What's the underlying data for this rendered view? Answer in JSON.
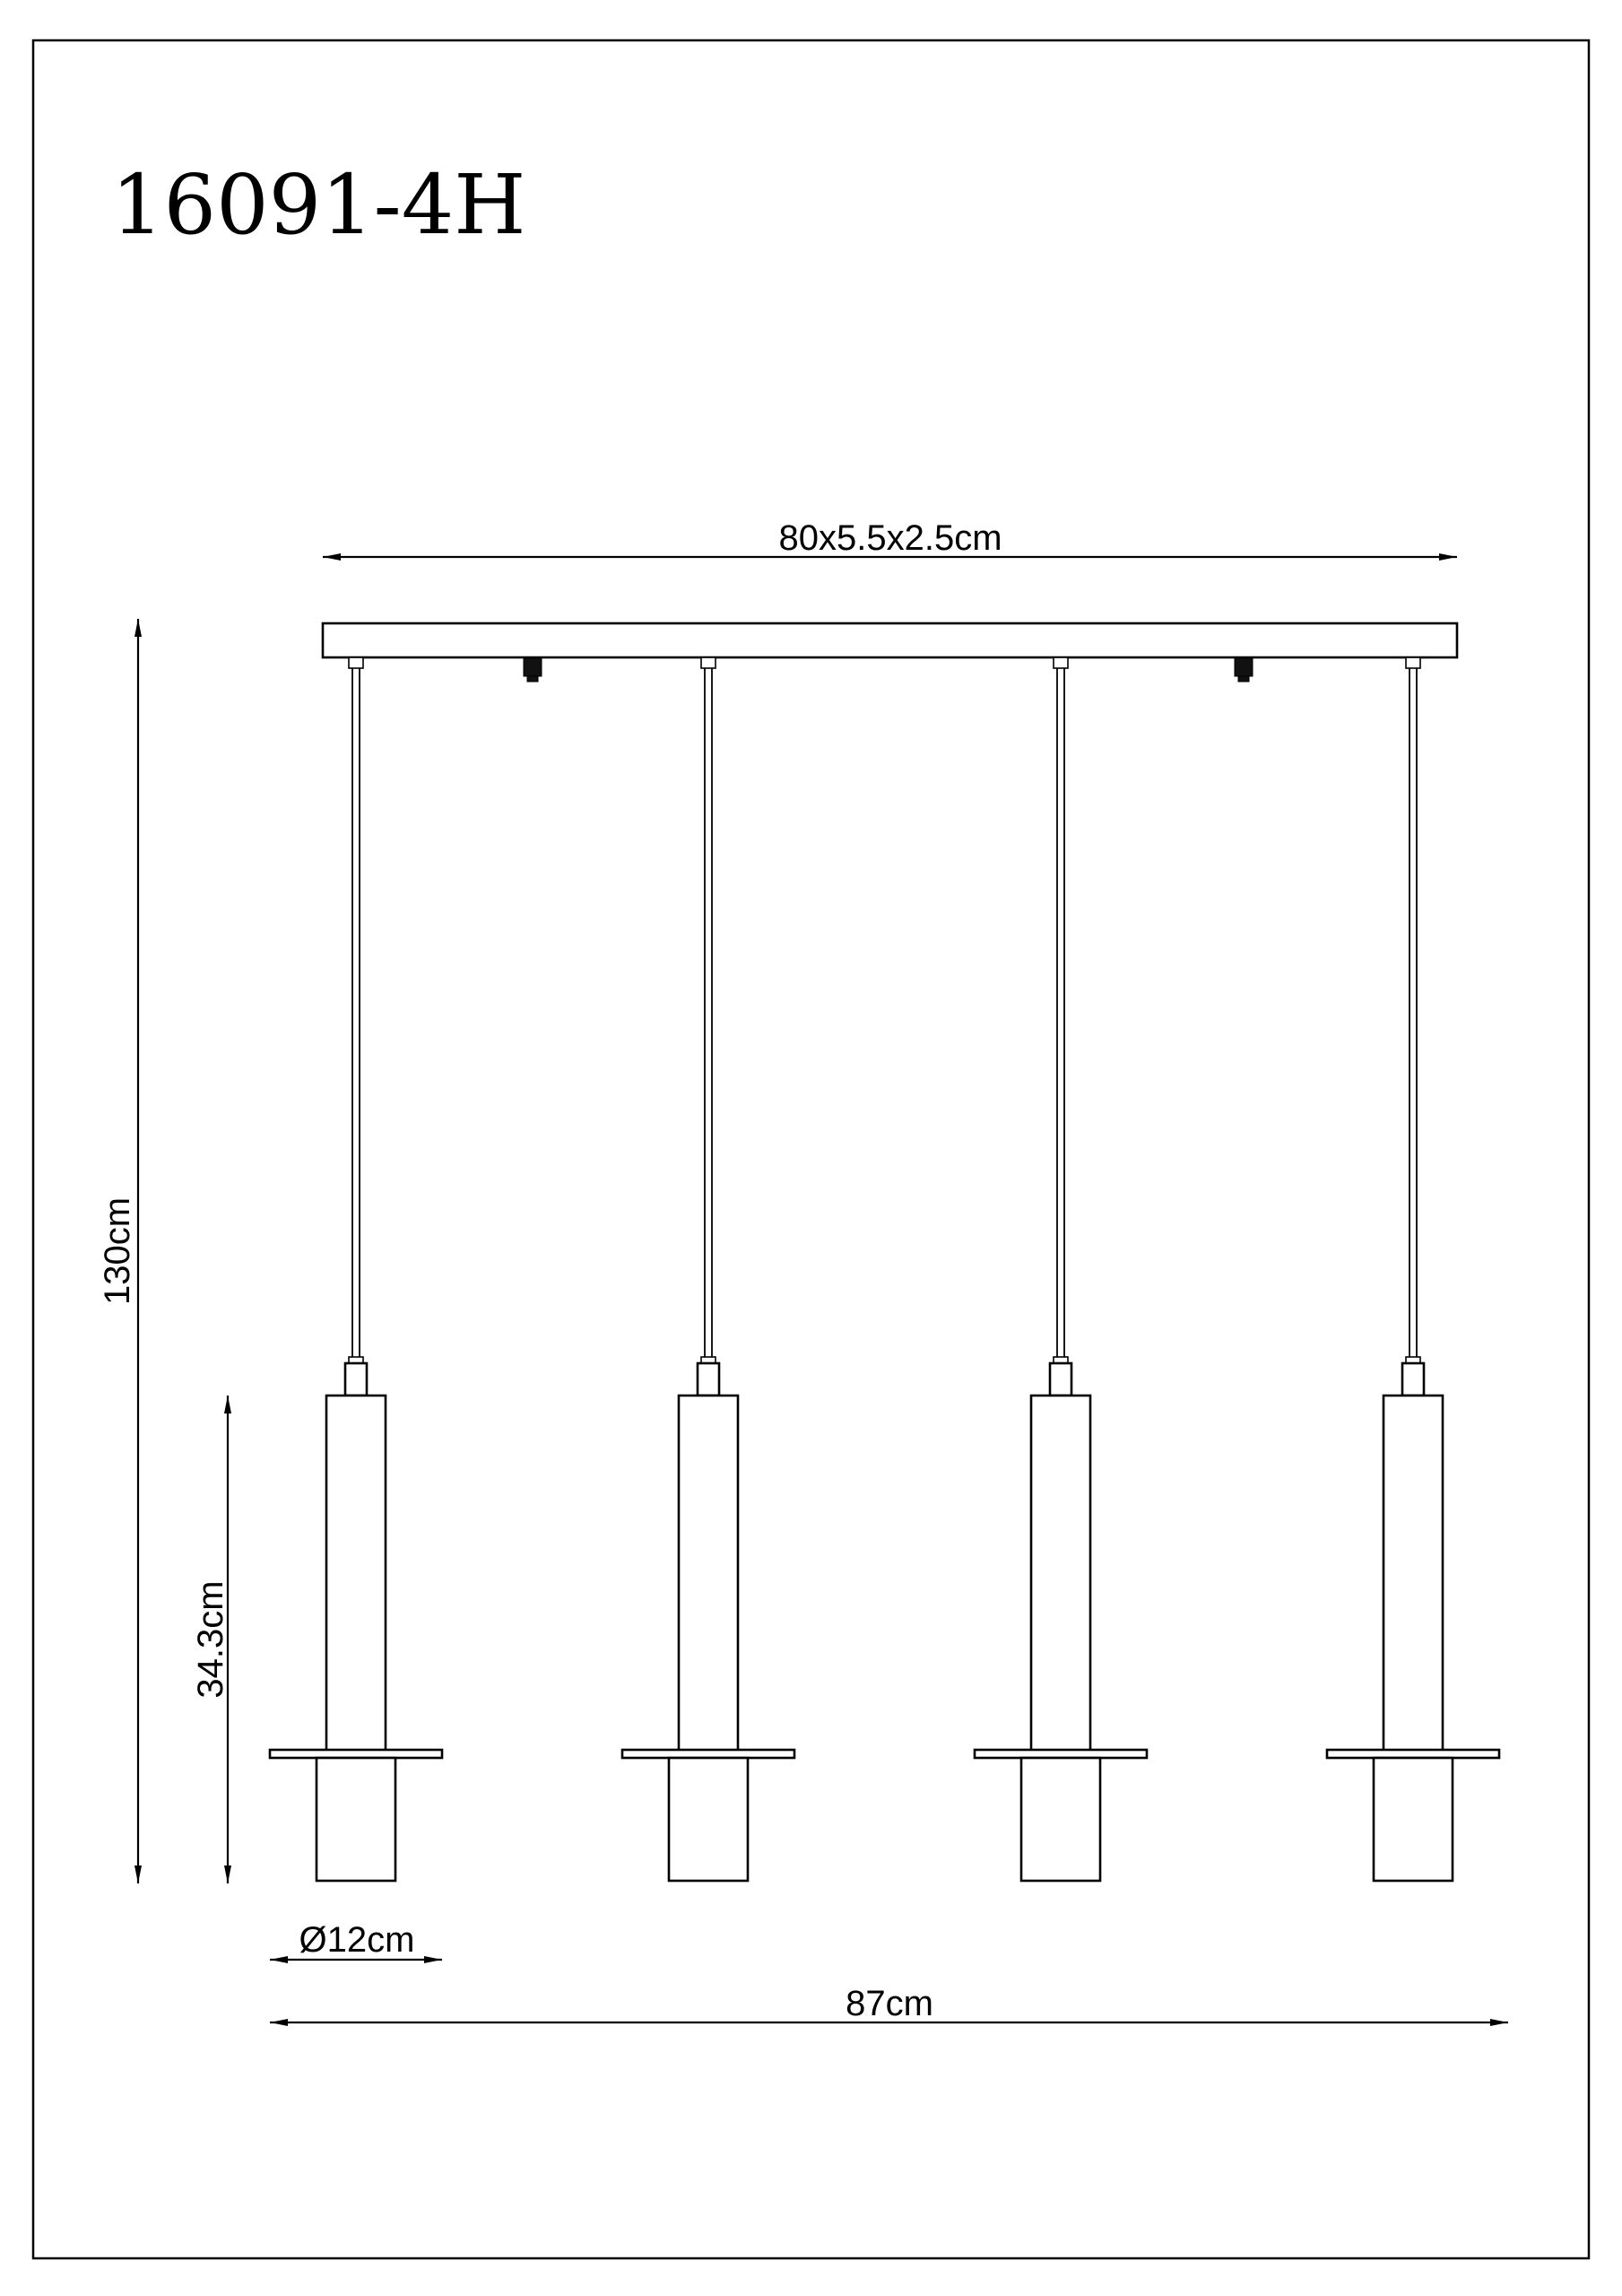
{
  "title": {
    "model_number": "16091-4H"
  },
  "dimensions": {
    "canopy": "80x5.5x2.5cm",
    "total_height": "130cm",
    "shade_height": "34.3cm",
    "shade_diameter": "Ø12cm",
    "total_width": "87cm"
  },
  "pendants": [
    {
      "id": "pendant-1"
    },
    {
      "id": "pendant-2"
    },
    {
      "id": "pendant-3"
    },
    {
      "id": "pendant-4"
    }
  ],
  "colors": {
    "line": "#000000",
    "background": "#ffffff"
  }
}
